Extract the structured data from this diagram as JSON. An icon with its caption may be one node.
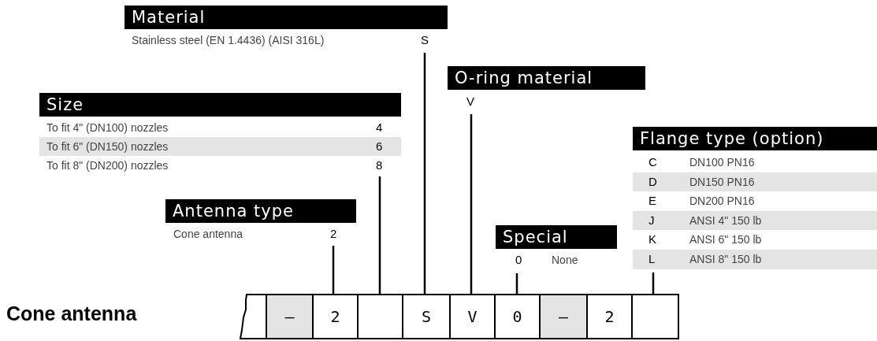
{
  "diagram": {
    "nodes": [
      {
        "text": [
          "Material",
          "Stainless steel (EN 1.4436) (AISI 316L)",
          "S"
        ]
      },
      {
        "text": [
          "Size",
          "To fit 4\" (DN100) nozzles",
          "4",
          "To fit 6\" (DN150) nozzles",
          "6",
          "To fit 8\" (DN200) nozzles",
          "8"
        ]
      },
      {
        "text": [
          "Antenna type",
          "Cone antenna",
          "2"
        ]
      },
      {
        "text": [
          "O-ring material",
          "V"
        ]
      },
      {
        "text": [
          "Special",
          "0",
          "None"
        ]
      },
      {
        "text": [
          "Flange type (option)",
          "C",
          "DN100 PN16",
          "D",
          "DN150 PN16",
          "E",
          "DN200 PN16",
          "J",
          "ANSI 4\" 150 lb",
          "K",
          "ANSI 6\" 150 lb",
          "L",
          "ANSI 8\" 150 lb"
        ]
      },
      {
        "text": [],
        "shape": "box"
      },
      {
        "text": [
          "–"
        ],
        "in": 6
      },
      {
        "text": [
          "2"
        ],
        "in": 6
      },
      {
        "text": [],
        "shape": "box",
        "in": 6
      },
      {
        "text": [
          "S"
        ],
        "in": 6
      },
      {
        "text": [
          "V"
        ],
        "in": 6
      },
      {
        "text": [
          "0"
        ],
        "in": 6
      },
      {
        "text": [
          "–"
        ],
        "in": 6
      },
      {
        "text": [
          "2"
        ],
        "in": 6
      },
      {
        "text": [],
        "shape": "box",
        "in": 6
      }
    ],
    "edges": [
      {
        "from": 2,
        "to": 8,
        "arrow": "none"
      },
      {
        "from": 1,
        "to": 9,
        "arrow": "none"
      },
      {
        "from": 0,
        "to": 10,
        "arrow": "none"
      },
      {
        "from": 3,
        "to": 11,
        "arrow": "none"
      },
      {
        "from": 4,
        "to": 12,
        "arrow": "none"
      },
      {
        "from": 5,
        "to": 15,
        "arrow": "none"
      }
    ],
    "labels": [
      "Cone antenna"
    ]
  }
}
